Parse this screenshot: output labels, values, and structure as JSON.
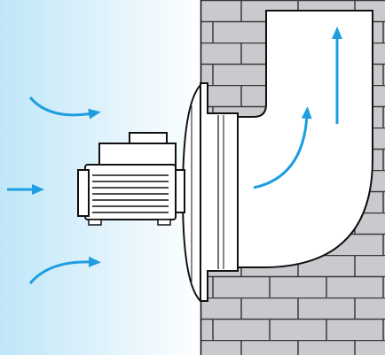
{
  "diagram": {
    "type": "wall-mounted-fan-airflow",
    "components": [
      "incoming-air",
      "electric-motor",
      "mounting-flange",
      "brick-wall",
      "air-duct",
      "duct-airflow"
    ],
    "colors": {
      "air_gradient_start": "#bfe6f8",
      "air_gradient_end": "#ffffff",
      "brick": "#c8cacd",
      "mortar": "#3a3a3a",
      "outline": "#111111",
      "arrow": "#1e9ee0",
      "duct": "#ffffff"
    },
    "icons": {
      "inflow_arrow": "curved-arrow-right-icon",
      "straight_arrow": "arrow-right-icon",
      "duct_arrow": "curved-arrow-up-icon",
      "up_arrow": "arrow-up-icon"
    }
  }
}
